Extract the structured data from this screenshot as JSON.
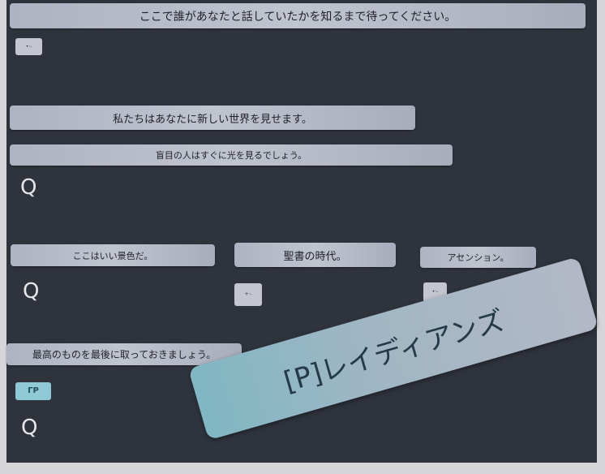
{
  "captions": {
    "c1": "ここで誰があなたと話していたかを知るまで待ってください。",
    "c2": "私たちはあなたに新しい世界を見せます。",
    "c3": "盲目の人はすぐに光を見るでしょう。",
    "c4": "ここはいい景色だ。",
    "c5": "聖書の時代。",
    "c6": "アセンション。",
    "c7": "最高のものを最後に取っておきましょう。"
  },
  "chips": {
    "chip1": "•·-",
    "chip2": "+·-",
    "chip3": "•·-",
    "chip4": "ΓΡ"
  },
  "icons": {
    "q": "Q"
  },
  "banner": {
    "title": "[P]レイディアンズ"
  },
  "colors": {
    "panel": "#2f333c",
    "caption_bar": "#b8bcc8",
    "accent_teal": "#8fc9d6"
  }
}
